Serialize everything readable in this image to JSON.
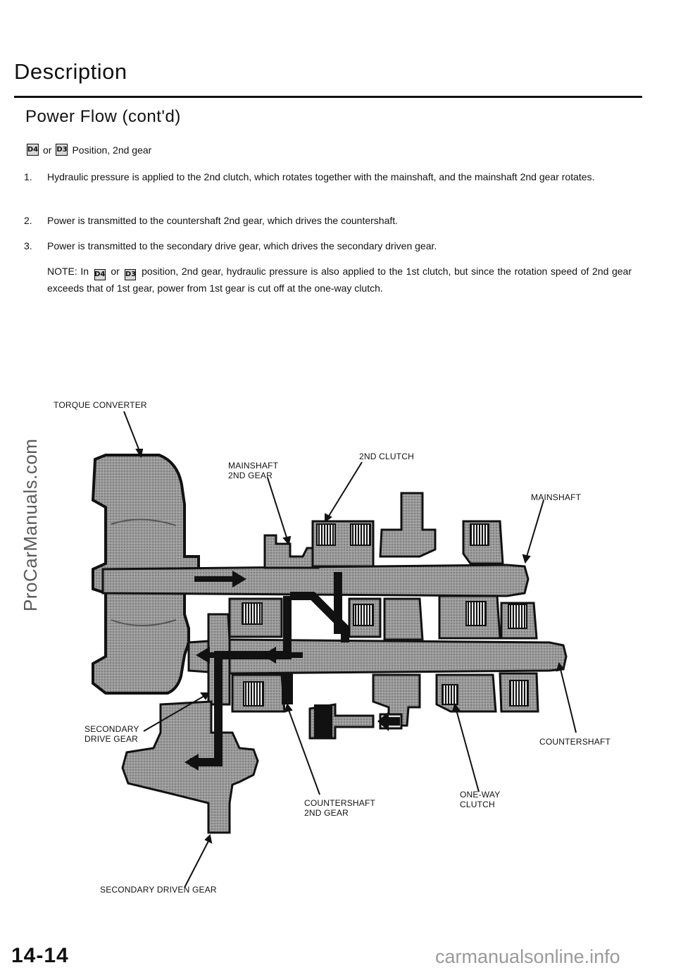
{
  "header": {
    "title": "Description",
    "subtitle": "Power Flow (cont'd)"
  },
  "position_line": {
    "badge_1": "D4",
    "joiner": "or",
    "badge_2": "D3",
    "text": "Position, 2nd gear"
  },
  "steps": [
    {
      "num": "1.",
      "text": "Hydraulic pressure is applied to the 2nd clutch, which rotates together with the mainshaft, and the mainshaft 2nd gear rotates."
    },
    {
      "num": "2.",
      "text": "Power is transmitted to the countershaft 2nd gear, which drives the countershaft."
    },
    {
      "num": "3.",
      "text": "Power is transmitted to the secondary drive gear, which drives the secondary driven gear."
    }
  ],
  "note": {
    "lead": "NOTE: In",
    "badge_1": "D4",
    "joiner": "or",
    "badge_2": "D3",
    "text": "position, 2nd gear, hydraulic pressure is also applied to the 1st clutch, but since the rotation speed of 2nd gear exceeds that of 1st gear, power from 1st gear is cut off at the one-way clutch."
  },
  "diagram_labels": {
    "torque_converter": "TORQUE CONVERTER",
    "mainshaft_2nd_gear_line1": "MAINSHAFT",
    "mainshaft_2nd_gear_line2": "2ND GEAR",
    "clutch_2nd": "2ND  CLUTCH",
    "mainshaft": "MAINSHAFT",
    "secondary_drive_gear_line1": "SECONDARY",
    "secondary_drive_gear_line2": "DRIVE GEAR",
    "countershaft": "COUNTERSHAFT",
    "countershaft_2nd_gear_line1": "COUNTERSHAFT",
    "countershaft_2nd_gear_line2": "2ND  GEAR",
    "one_way_clutch_line1": "ONE-WAY",
    "one_way_clutch_line2": "CLUTCH",
    "secondary_driven_gear": "SECONDARY DRIVEN GEAR"
  },
  "footer": {
    "page_number": "14-14",
    "watermark": "ProCarManuals.com",
    "site": "carmanualsonline.info"
  }
}
